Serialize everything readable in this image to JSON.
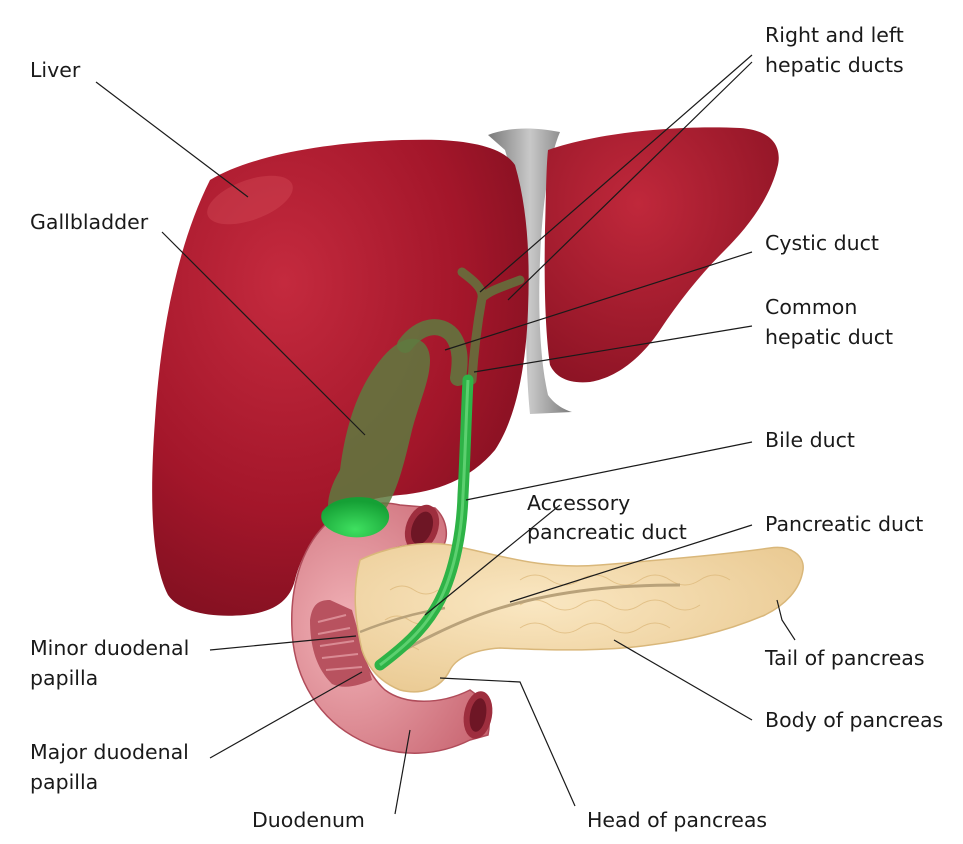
{
  "diagram": {
    "labels": {
      "liver": "Liver",
      "right_left_hepatic_1": "Right and left",
      "right_left_hepatic_2": "hepatic ducts",
      "gallbladder": "Gallbladder",
      "cystic_duct": "Cystic duct",
      "common_hepatic_1": "Common",
      "common_hepatic_2": "hepatic duct",
      "bile_duct": "Bile duct",
      "accessory_pancreatic_1": "Accessory",
      "accessory_pancreatic_2": "pancreatic duct",
      "pancreatic_duct": "Pancreatic duct",
      "minor_papilla_1": "Minor duodenal",
      "minor_papilla_2": "papilla",
      "tail_of_pancreas": "Tail of pancreas",
      "major_papilla_1": "Major duodenal",
      "major_papilla_2": "papilla",
      "body_of_pancreas": "Body of pancreas",
      "duodenum": "Duodenum",
      "head_of_pancreas": "Head of pancreas"
    },
    "colors": {
      "liver": "#a3162a",
      "liver_dark": "#7c0f1f",
      "ligament": "#9e9e9e",
      "gallbladder": "#5e7a3f",
      "gallbladder_bright": "#2fd14d",
      "bile_duct": "#34b84a",
      "pancreas": "#f2d6a0",
      "pancreas_edge": "#d9b77a",
      "duodenum": "#e08f96",
      "duodenum_inner": "#c8606d",
      "leader_line": "#1a1a1a"
    }
  }
}
